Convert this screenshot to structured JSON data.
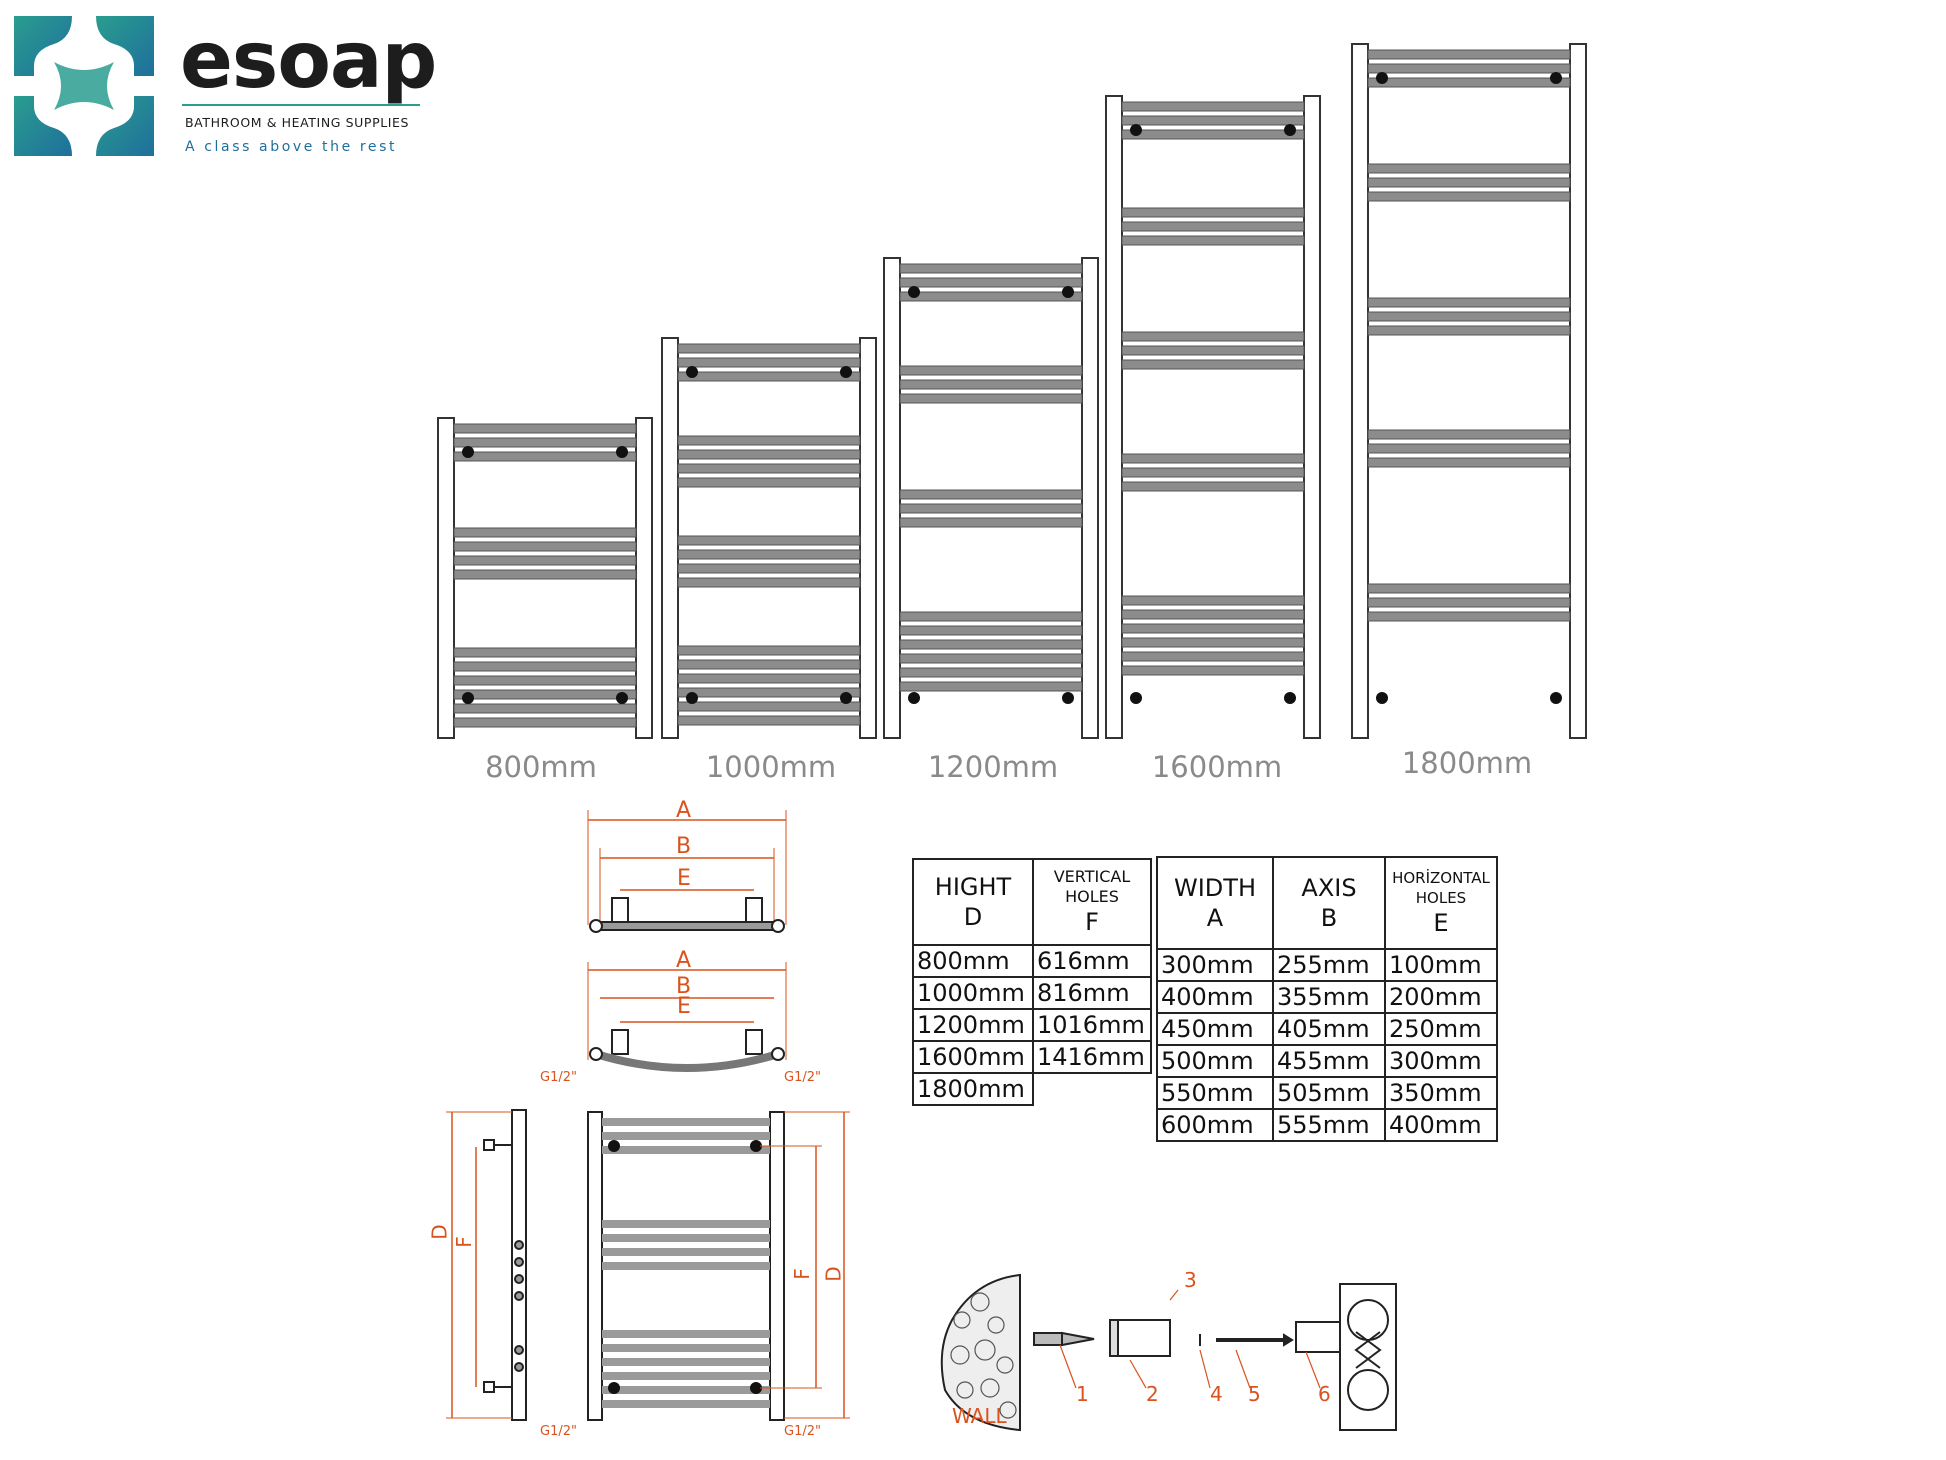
{
  "brand": {
    "name": "esoap",
    "subtitle": "BATHROOM & HEATING SUPPLIES",
    "tagline": "A class above the rest",
    "colors": {
      "teal": "#2a9d8f",
      "blue": "#1f6f9c",
      "dark": "#1d1d1d"
    }
  },
  "radiators": [
    {
      "label": "800mm"
    },
    {
      "label": "1000mm"
    },
    {
      "label": "1200mm"
    },
    {
      "label": "1600mm"
    },
    {
      "label": "1800mm"
    }
  ],
  "dimension_letters": {
    "a": "A",
    "b": "B",
    "e": "E",
    "d": "D",
    "f": "F",
    "thread": "G1/2\""
  },
  "height_table": {
    "headers": [
      {
        "title": "HIGHT",
        "letter": "D"
      },
      {
        "title_line1": "VERTICAL",
        "title_line2": "HOLES",
        "letter": "F"
      }
    ],
    "rows": [
      [
        "800mm",
        "616mm"
      ],
      [
        "1000mm",
        "816mm"
      ],
      [
        "1200mm",
        "1016mm"
      ],
      [
        "1600mm",
        "1416mm"
      ],
      [
        "1800mm",
        ""
      ]
    ]
  },
  "width_table": {
    "headers": [
      {
        "title": "WIDTH",
        "letter": "A"
      },
      {
        "title": "AXIS",
        "letter": "B"
      },
      {
        "title_line1": "HORİZONTAL",
        "title_line2": "HOLES",
        "letter": "E"
      }
    ],
    "rows": [
      [
        "300mm",
        "255mm",
        "100mm"
      ],
      [
        "400mm",
        "355mm",
        "200mm"
      ],
      [
        "450mm",
        "405mm",
        "250mm"
      ],
      [
        "500mm",
        "455mm",
        "300mm"
      ],
      [
        "550mm",
        "505mm",
        "350mm"
      ],
      [
        "600mm",
        "555mm",
        "400mm"
      ]
    ]
  },
  "mounting": {
    "wall_label": "WALL",
    "part_numbers": [
      "1",
      "2",
      "3",
      "4",
      "5",
      "6"
    ]
  },
  "colors": {
    "dimension": "#d9531e",
    "line": "#222222",
    "bar": "#8c8c8c"
  }
}
